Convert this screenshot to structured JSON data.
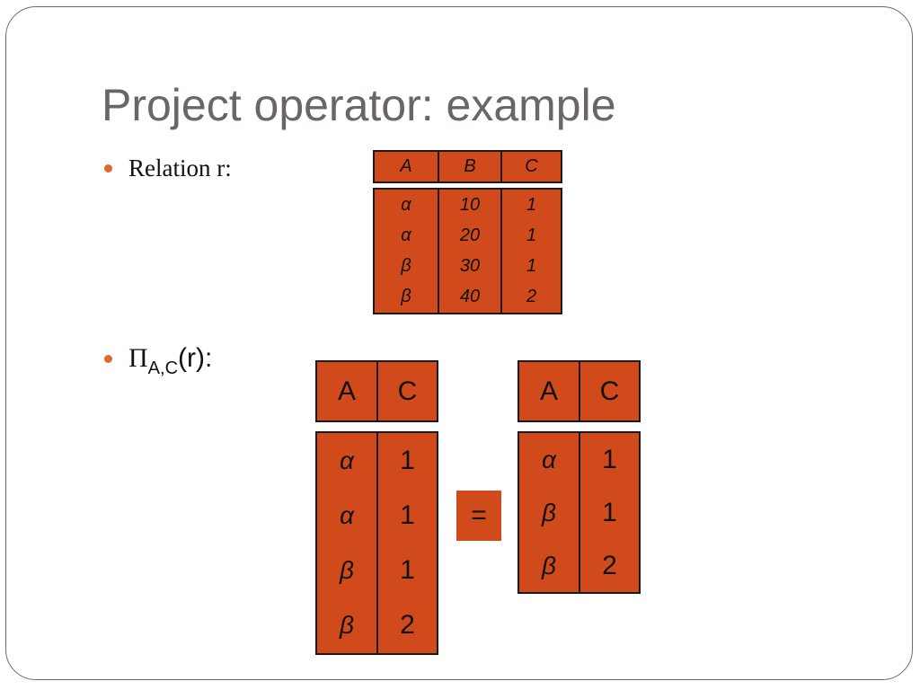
{
  "slide": {
    "title": "Project operator: example",
    "bullet1": "Relation r:",
    "bullet2_pi": "Π",
    "bullet2_sub": "A,C",
    "bullet2_rest": "(r):",
    "equals": "="
  },
  "relation_r": {
    "headers": [
      "A",
      "B",
      "C"
    ],
    "rows": [
      [
        "α",
        "10",
        "1"
      ],
      [
        "α",
        "20",
        "1"
      ],
      [
        "β",
        "30",
        "1"
      ],
      [
        "β",
        "40",
        "2"
      ]
    ]
  },
  "projection_intermediate": {
    "headers": [
      "A",
      "C"
    ],
    "rows": [
      [
        "α",
        "1"
      ],
      [
        "α",
        "1"
      ],
      [
        "β",
        "1"
      ],
      [
        "β",
        "2"
      ]
    ]
  },
  "projection_result": {
    "headers": [
      "A",
      "C"
    ],
    "rows": [
      [
        "α",
        "1"
      ],
      [
        "β",
        "1"
      ],
      [
        "β",
        "2"
      ]
    ]
  },
  "colors": {
    "table_fill": "#d04a1c",
    "bullet": "#e06a2e",
    "title": "#6b6666"
  }
}
